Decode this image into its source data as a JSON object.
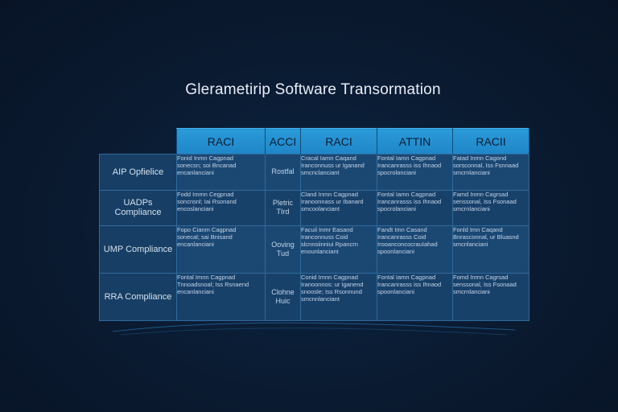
{
  "title": "Glerametirip Software Transormation",
  "matrix": {
    "columns": [
      "RACI",
      "ACCI",
      "RACI",
      "ATTIN",
      "RACII"
    ],
    "rows": [
      {
        "label": "AIP Opfielice",
        "cells": [
          "Fonid Inmn Cagpnad\nsonecsn; soi Bncanad\nencanlanciani",
          "Rostfal",
          "Cracal Iamn Caqand\nIranconnuss ur Iganand\nsmcnclanciant",
          "Fontal Iamn Cagpnad\nIrancanrasss iss Ihnaod\nspocrolanciani",
          "Fatad Inmn Cagond\nsorsconnal, Iss Fsnnaad\nsmcrnlanciani"
        ]
      },
      {
        "label": "UADPs Compliance",
        "cells": [
          "Fodd Immn Cegpnad\nsoncnsnl; Iai Rsonand\nencoslanciani",
          "Pletric\nTIrd",
          "Cland Inmn Cagpnad\nIranoonnass ur Ibanard\nsmcoolanciant",
          "Fontal Iamn Cagpnad\nIrancanrasss iss Ihnaod\nspocrolanciani",
          "Famd Inmn Cagrsad\nsenssonal, Iss Fsonaad\nsmcrnlanciani"
        ]
      },
      {
        "label": "UMP Compliance",
        "cells": [
          "Fopo Cianm Cagpnad\nsonecal; sai Bnisand\nencanlanciani",
          "Ooving\nTud",
          "Facuil Inmr Easand\nIranconnuss Coid\nslcnnsiinniui Rpancrn\nenounlanciant",
          "Fandt Imn Casand\nIrancanrasss Coid\nIrooanconcocrauIahad\nspoonlanciani",
          "Fonld Imn Caqand\nBnrasconnal, ur Bluasnd\nsmcnlanciani"
        ]
      },
      {
        "label": "RRA Compliance",
        "cells": [
          "Fontal Imnn Cagpnad\nTnnoadsnoal; Iss Rsnaend\nencanlanciani",
          "Clohne\nHuic",
          "Conid Imnn Cagpnad\nIranoonnos: ur Iganend\nsnoosle; Iss Rsonnund\nsmcnnlanciant",
          "Fontal Iamn Cagpnad\nIrancanrasss iss Ihnaod\nspoonlanciani",
          "Fomd Inmn Cagrsad\nsenssonal, Iss Fsonaad\nsmcrnlanciani"
        ]
      }
    ]
  },
  "colors": {
    "background": "#0a1a30",
    "header": "#2196d6",
    "cell": "#1a4670",
    "border": "#2f6a9c",
    "text": "#d5e2f0"
  }
}
